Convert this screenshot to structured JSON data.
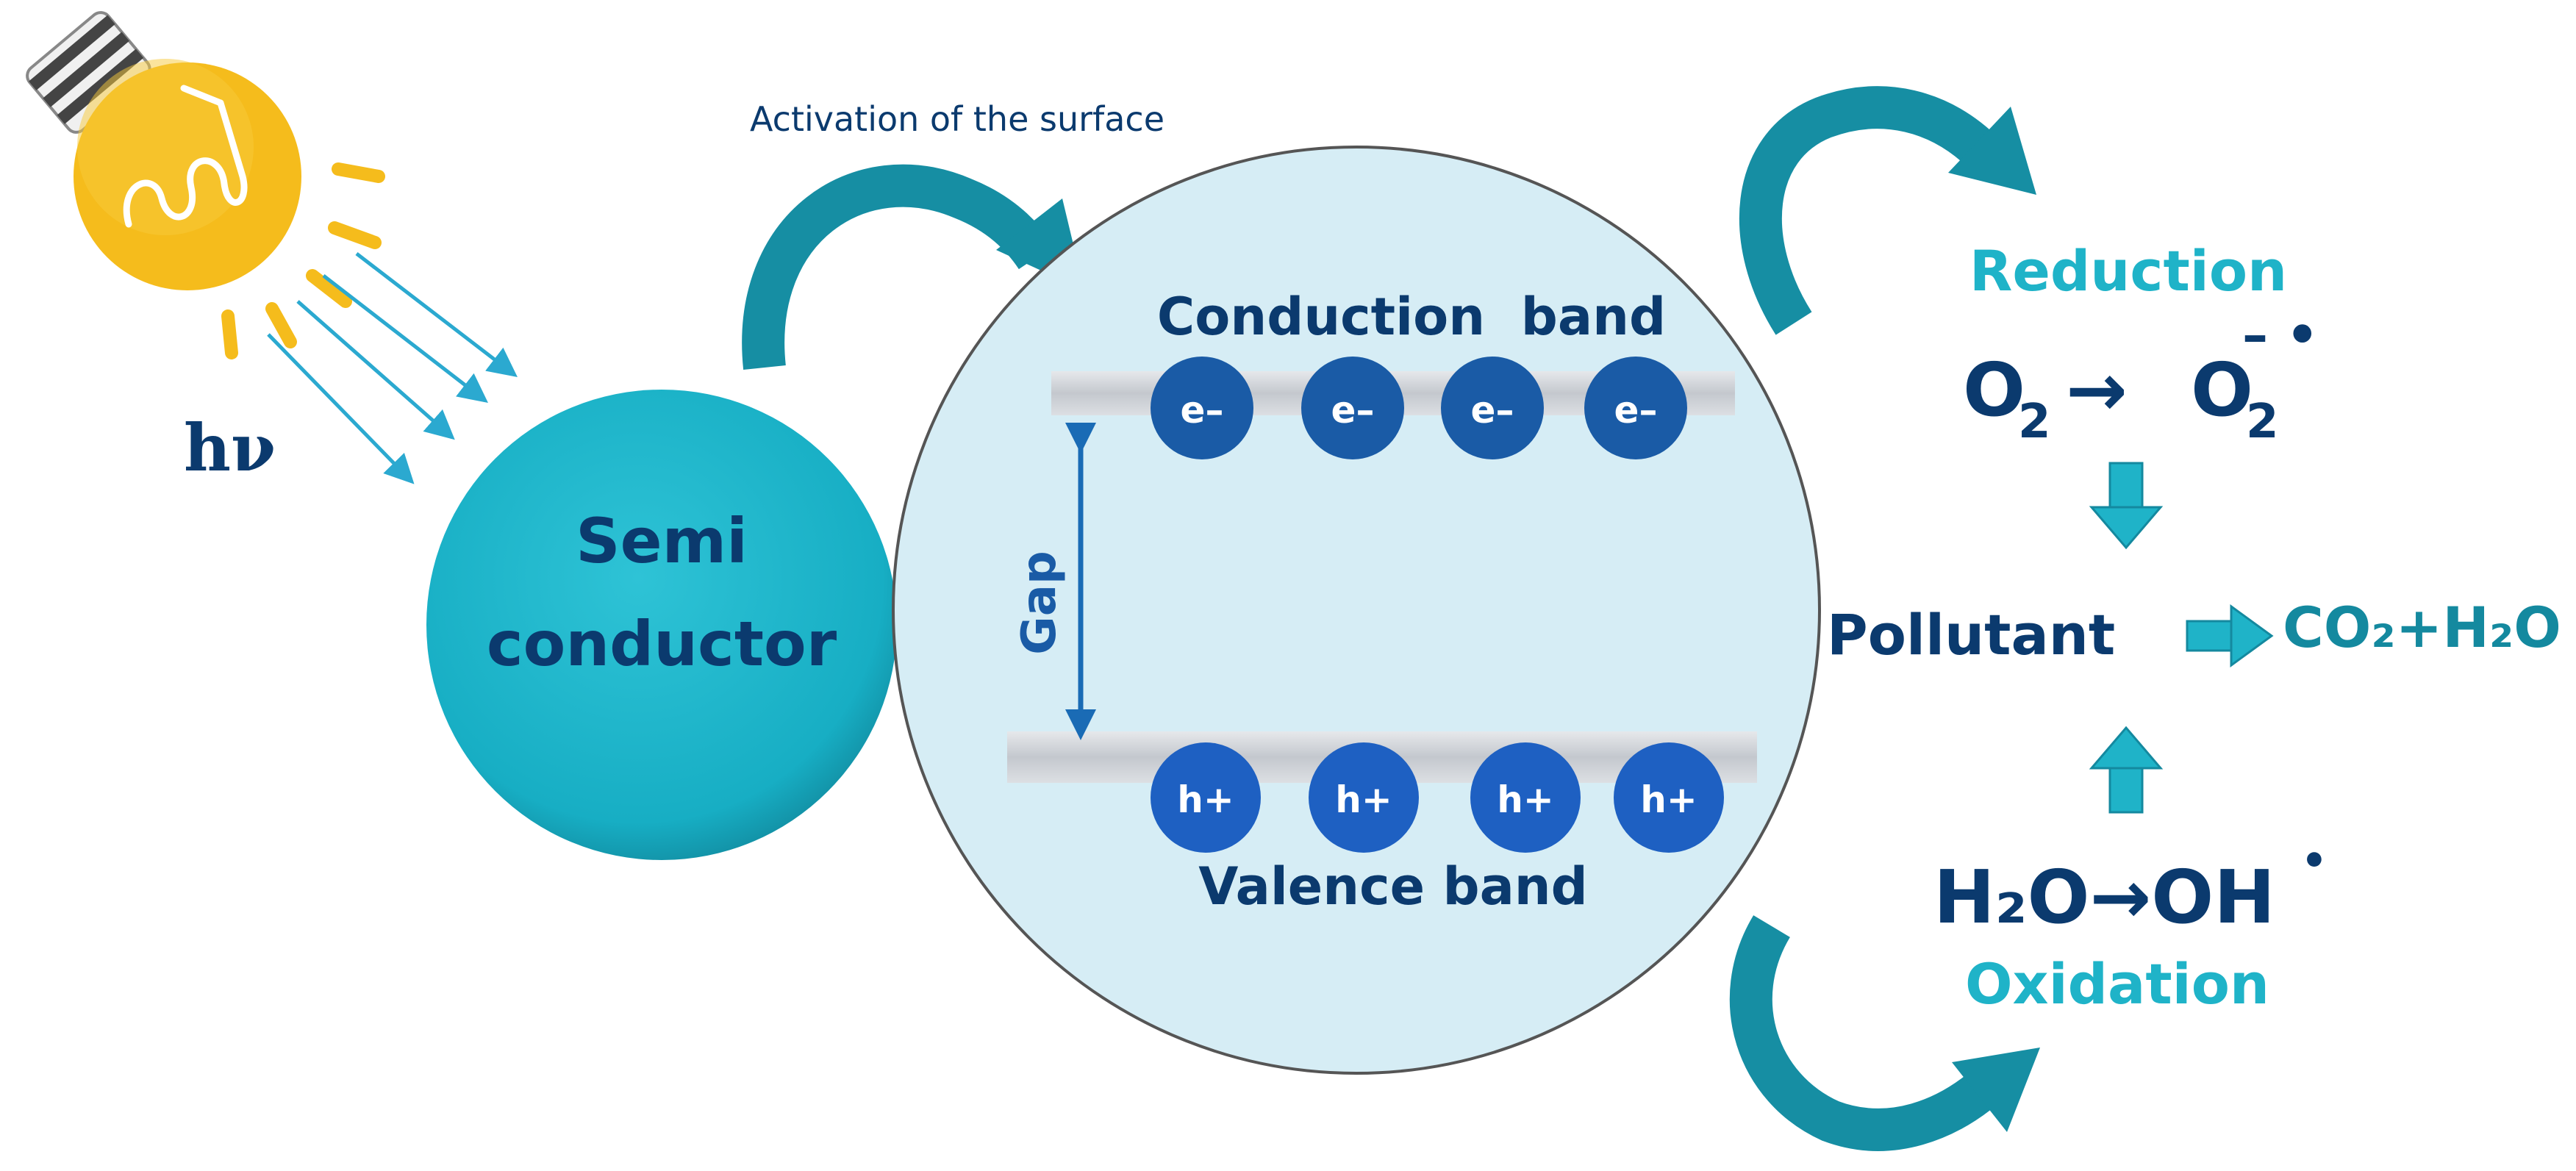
{
  "labels": {
    "hv": "hν",
    "activation": "Activation of the surface",
    "semi_line1": "Semi",
    "semi_line2": "conductor",
    "conduction_band": "Conduction  band",
    "valence_band": "Valence band",
    "gap": "Gap",
    "electron": "e–",
    "hole": "h+",
    "reduction": "Reduction",
    "oxidation": "Oxidation",
    "pollutant": "Pollutant",
    "o2": "O",
    "o2_sub": "2",
    "o2_rad": "O",
    "o2_rad_sub": "2",
    "o2_rad_sup": "– •",
    "products": "CO₂+H₂O",
    "h2o_oh": "H₂O→OH",
    "oh_dot": "•",
    "arrow_glyph": "→"
  },
  "colors": {
    "dark_navy": "#0b3a6e",
    "teal": "#1fb3c8",
    "teal_dark": "#14899f",
    "semiconductor": "#19b0c6",
    "electron": "#1a5ba6",
    "hole": "#1e60c2",
    "band_gray": "#c8ccd2",
    "circle_fill": "#d6edf5",
    "bulb": "#f5bc1c",
    "light_ray": "#2ba9d0"
  },
  "icons": [
    "light-bulb-icon",
    "curved-arrow-icon",
    "double-arrow-icon",
    "block-arrow-icon"
  ]
}
